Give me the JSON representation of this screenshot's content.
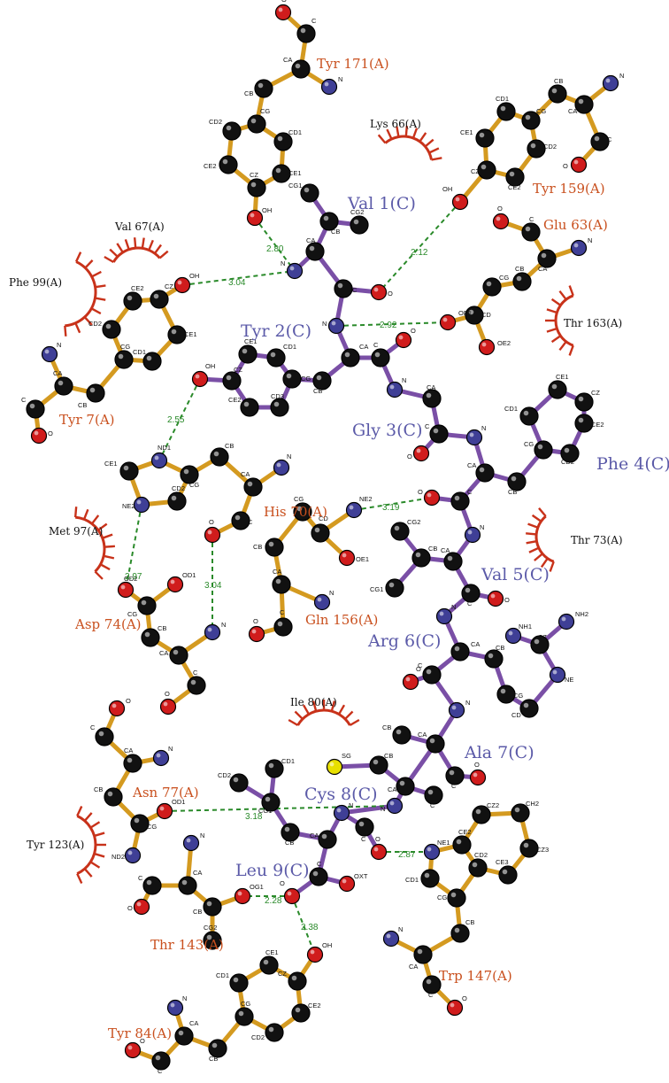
{
  "colors": {
    "ligand_bond": "#7a4fa6",
    "protein_bond": "#d49a20",
    "hbond": "#2a8a2a",
    "carbon": "#111111",
    "nitrogen": "#3f3f96",
    "oxygen": "#d01c1c",
    "sulfur": "#e8e000",
    "hydrophobic_arc": "#c8321a",
    "ligand_label": "#5b5aa8",
    "contact_label": "#c9501e"
  },
  "ligand_residues": [
    "Val 1(C)",
    "Tyr 2(C)",
    "Gly 3(C)",
    "Phe 4(C)",
    "Val 5(C)",
    "Arg 6(C)",
    "Ala 7(C)",
    "Cys 8(C)",
    "Leu 9(C)"
  ],
  "contact_residues": [
    "Tyr 171(A)",
    "Tyr 159(A)",
    "Glu 63(A)",
    "Tyr 7(A)",
    "His 70(A)",
    "Asp 74(A)",
    "Gln 156(A)",
    "Asn 77(A)",
    "Thr 143(A)",
    "Trp 147(A)",
    "Tyr 84(A)"
  ],
  "hydrophobic_residues": [
    "Lys 66(A)",
    "Val 67(A)",
    "Phe 99(A)",
    "Thr 163(A)",
    "Met 97(A)",
    "Thr 73(A)",
    "Ile 80(A)",
    "Tyr 123(A)"
  ],
  "hbond_distances": [
    "2.80",
    "3.04",
    "2.12",
    "2.92",
    "2.55",
    "3.19",
    "2.97",
    "3.04",
    "3.18",
    "2.87",
    "2.28",
    "2.38"
  ]
}
